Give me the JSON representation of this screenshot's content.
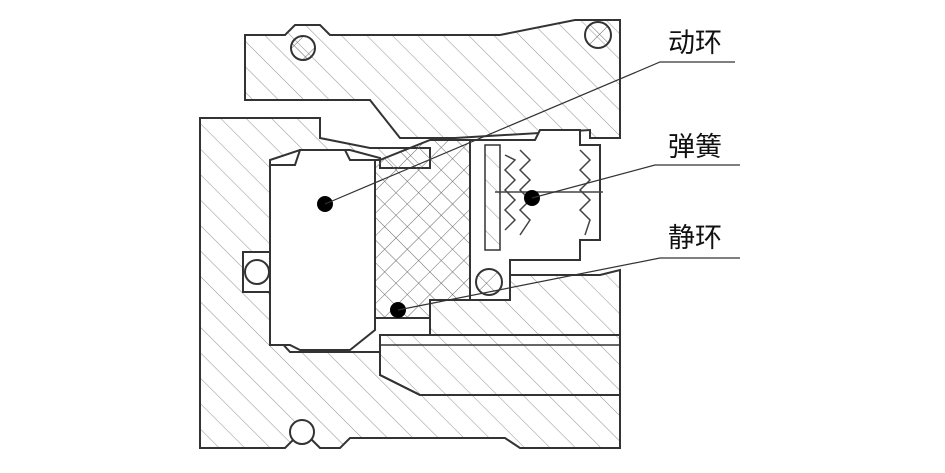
{
  "callouts": [
    {
      "id": "rotating-ring",
      "label": "动环"
    },
    {
      "id": "spring",
      "label": "弹簧"
    },
    {
      "id": "stationary-ring",
      "label": "静环"
    }
  ],
  "colors": {
    "line": "#333333",
    "hatch": "#888888",
    "fill": "#ffffff",
    "marker": "#000000"
  }
}
